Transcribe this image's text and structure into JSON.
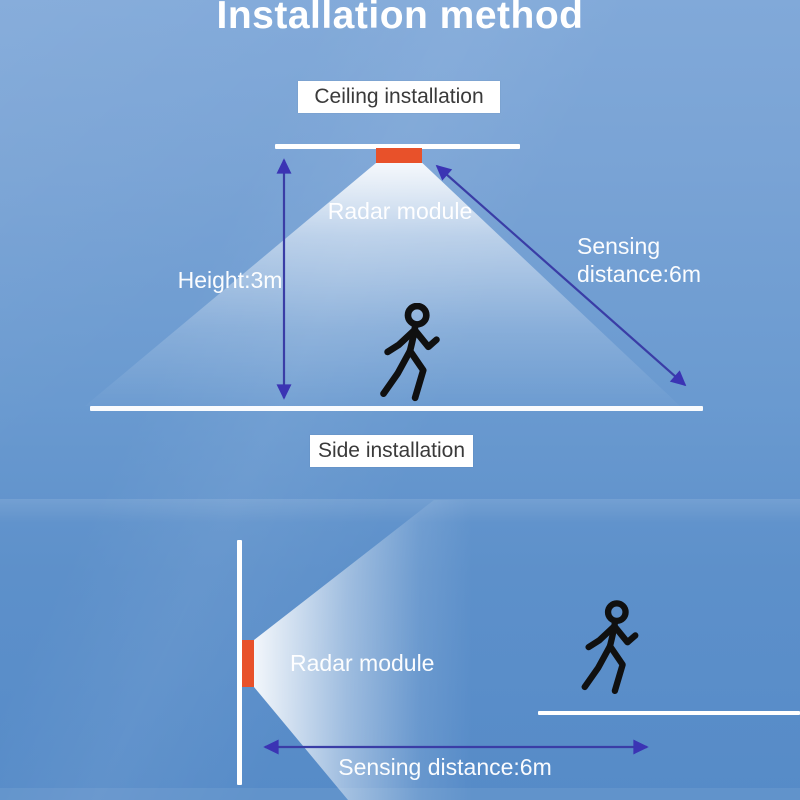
{
  "title": "Installation method",
  "colors": {
    "background_top": "#81a9d9",
    "background_bottom": "#568bc8",
    "arrow": "#3a3da6",
    "arrowhead": "#3b34b4",
    "radar_module": "#e8512a",
    "label_box_bg": "#ffffff",
    "label_box_text": "#3a3a3a",
    "diagram_text": "#ffffff",
    "person_icon": "#101010"
  },
  "ceiling_section": {
    "label": "Ceiling installation",
    "module_label": "Radar module",
    "height_label": "Height:3m",
    "distance_label": "Sensing distance:6m"
  },
  "side_section": {
    "label": "Side installation",
    "module_label": "Radar module",
    "distance_label": "Sensing distance:6m"
  }
}
